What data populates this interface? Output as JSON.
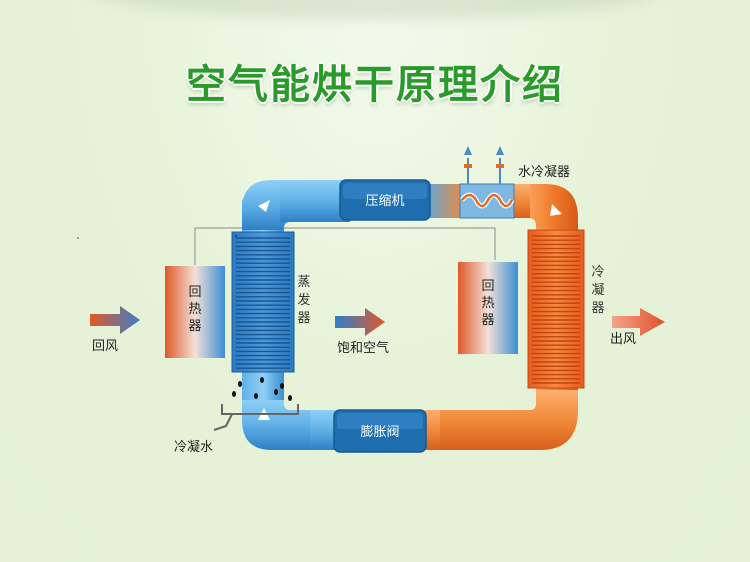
{
  "title": "空气能烘干原理介绍",
  "labels": {
    "compressor": "压缩机",
    "expansion_valve": "膨胀阀",
    "water_condenser": "水冷凝器",
    "condenser": "冷凝器",
    "evaporator": "蒸发器",
    "heat_recovery_left": "回热器",
    "heat_recovery_right": "回热器",
    "return_air": "回风",
    "saturated_air": "饱和空气",
    "outlet_air": "出风",
    "condensate_water": "冷凝水"
  },
  "colors": {
    "cold_pipe": "#3a8fd0",
    "hot_pipe": "#f07a2a",
    "component_box": "#1f6fb0",
    "title": "#2a9a2a"
  }
}
